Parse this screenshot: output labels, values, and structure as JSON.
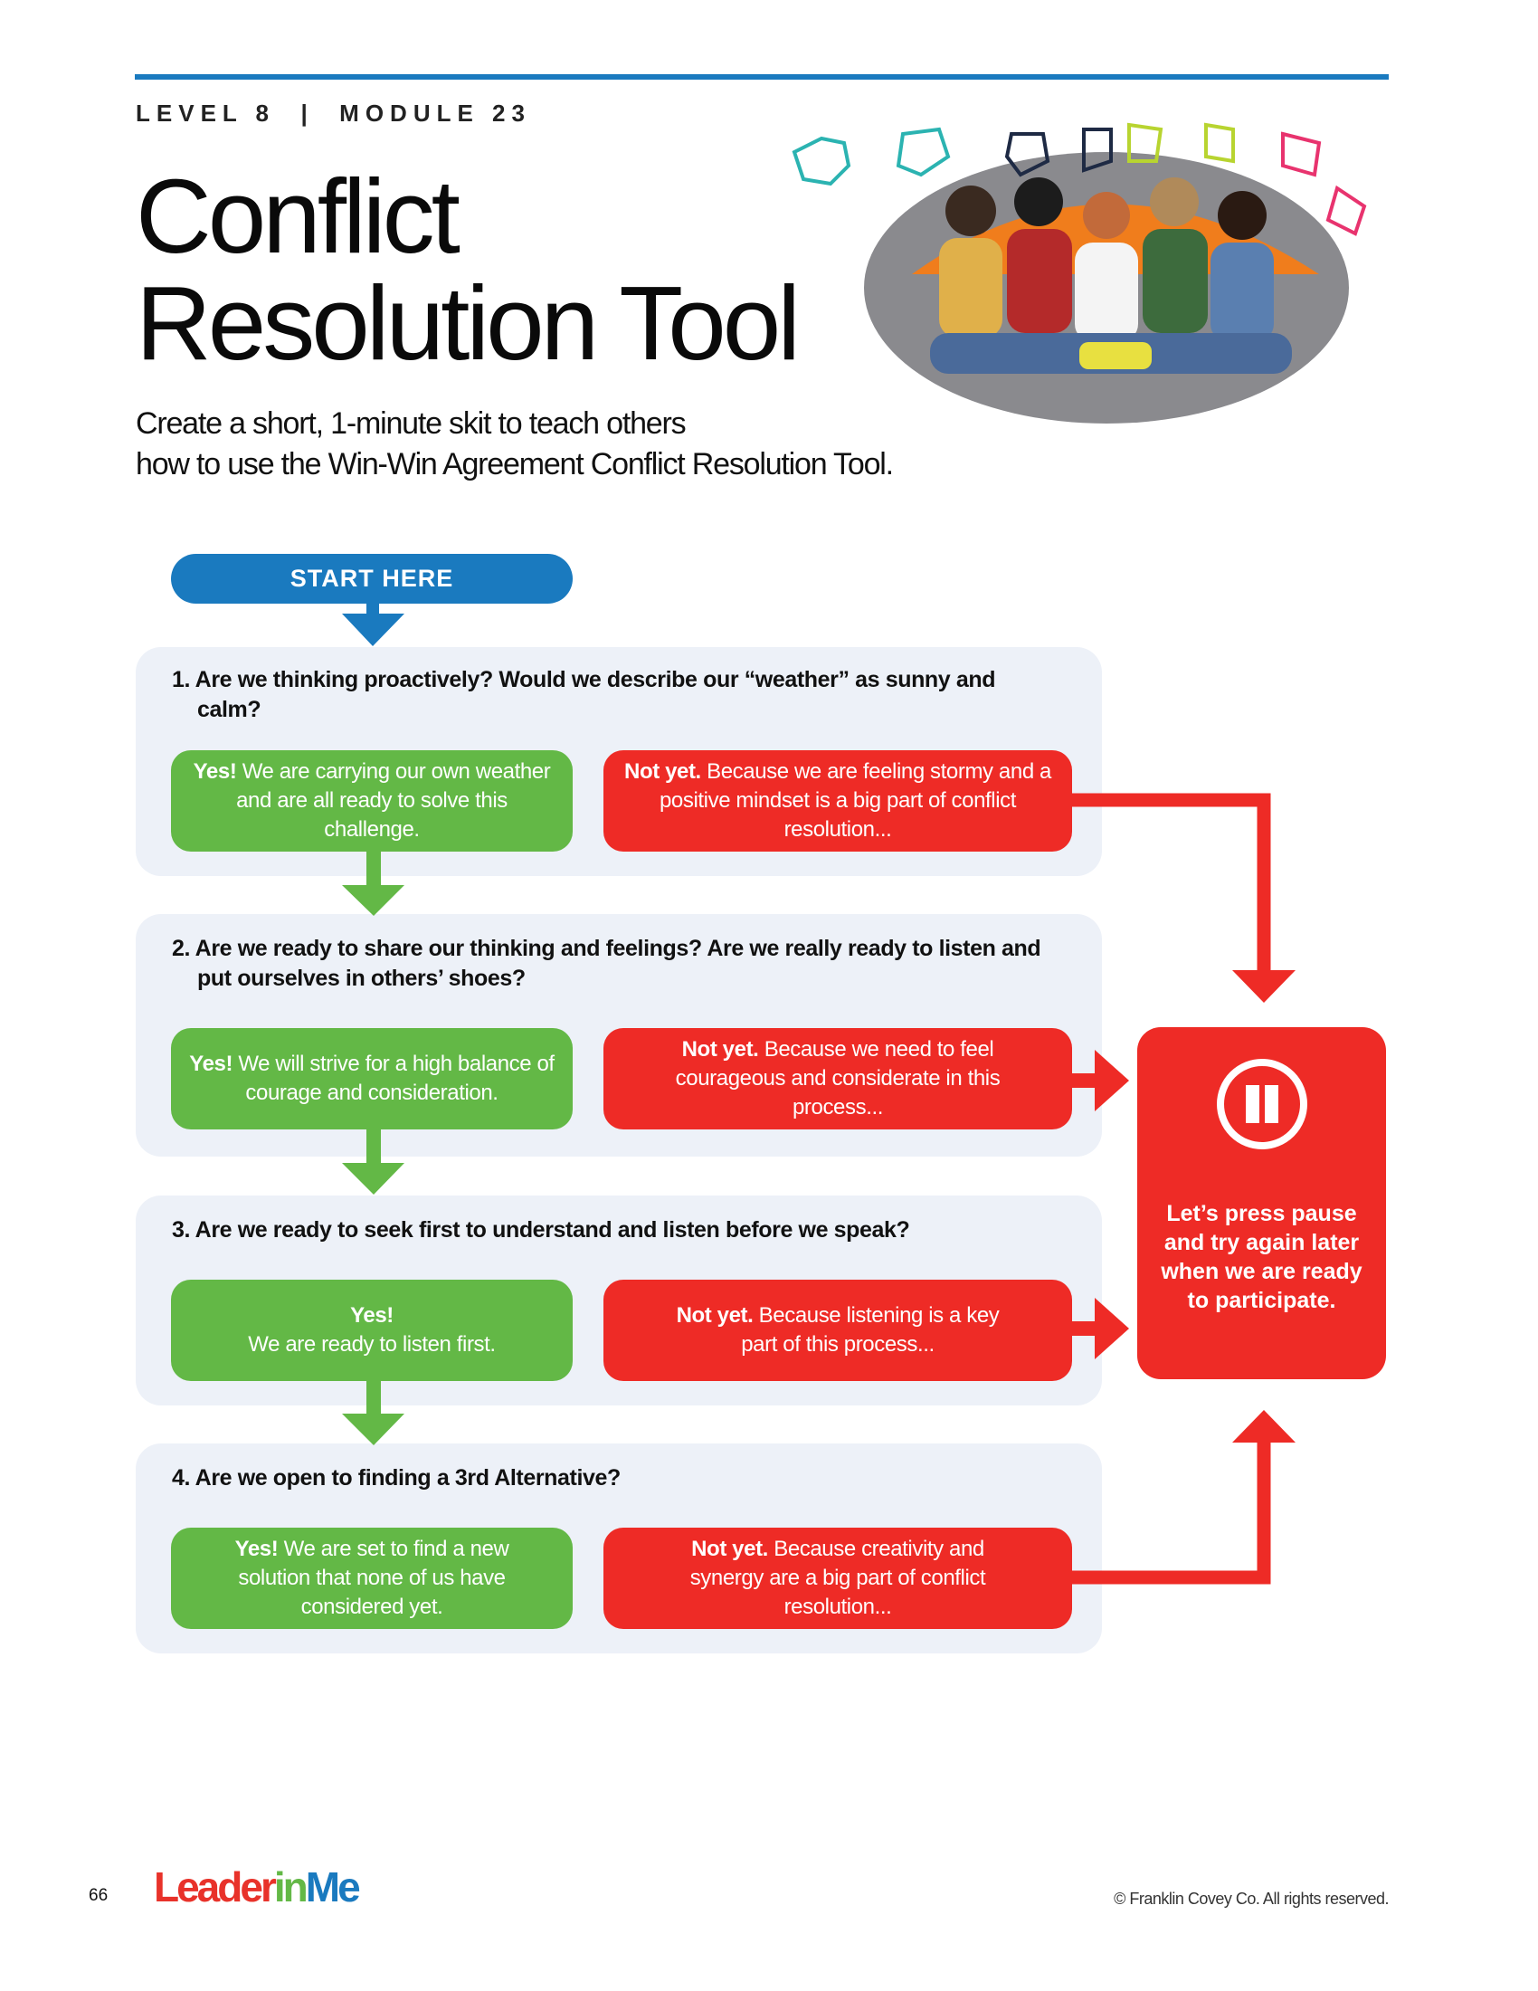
{
  "header": {
    "level_module": "LEVEL 8  |  MODULE 23",
    "title_line1": "Conflict",
    "title_line2": "Resolution Tool",
    "subtitle_line1": "Create a short, 1-minute skit to teach others",
    "subtitle_line2": "how to use the Win-Win Agreement Conflict Resolution Tool."
  },
  "start_label": "START HERE",
  "steps": [
    {
      "question": "1. Are we thinking proactively? Would we describe our “weather” as sunny and calm?",
      "yes_lead": "Yes!",
      "yes_text": " We are carrying our own weather and are all ready to solve this challenge.",
      "no_lead": "Not yet.",
      "no_text": " Because we are feeling stormy and a positive mindset is a big part of conflict resolution..."
    },
    {
      "question": "2. Are we ready to share our thinking and feelings? Are we really ready to listen and put ourselves in others’ shoes?",
      "yes_lead": "Yes!",
      "yes_text": " We will strive for a high balance of courage and consideration.",
      "no_lead": "Not yet.",
      "no_text": " Because we need to feel courageous and considerate in this process..."
    },
    {
      "question": "3. Are we ready to seek first to understand and listen before we speak?",
      "yes_lead": "Yes!",
      "yes_text": "We are ready to listen first.",
      "no_lead": "Not yet.",
      "no_text": " Because listening is a key part of this process..."
    },
    {
      "question": "4. Are we open to finding a 3rd Alternative?",
      "yes_lead": "Yes!",
      "yes_text": " We are set to find a new solution that none of us have considered yet.",
      "no_lead": "Not yet.",
      "no_text": " Because creativity and synergy are a big part of conflict resolution..."
    }
  ],
  "pause_box": {
    "icon": "pause-icon",
    "text": "Let’s press pause and try again later when we are ready to participate."
  },
  "footer": {
    "page_number": "66",
    "logo_leader": "Leader",
    "logo_in": "in",
    "logo_me": "Me",
    "copyright": "© Franklin Covey Co. All rights reserved."
  },
  "colors": {
    "blue": "#1a7abf",
    "green": "#63b846",
    "red": "#ee2b26",
    "panel": "#edf1f8"
  }
}
